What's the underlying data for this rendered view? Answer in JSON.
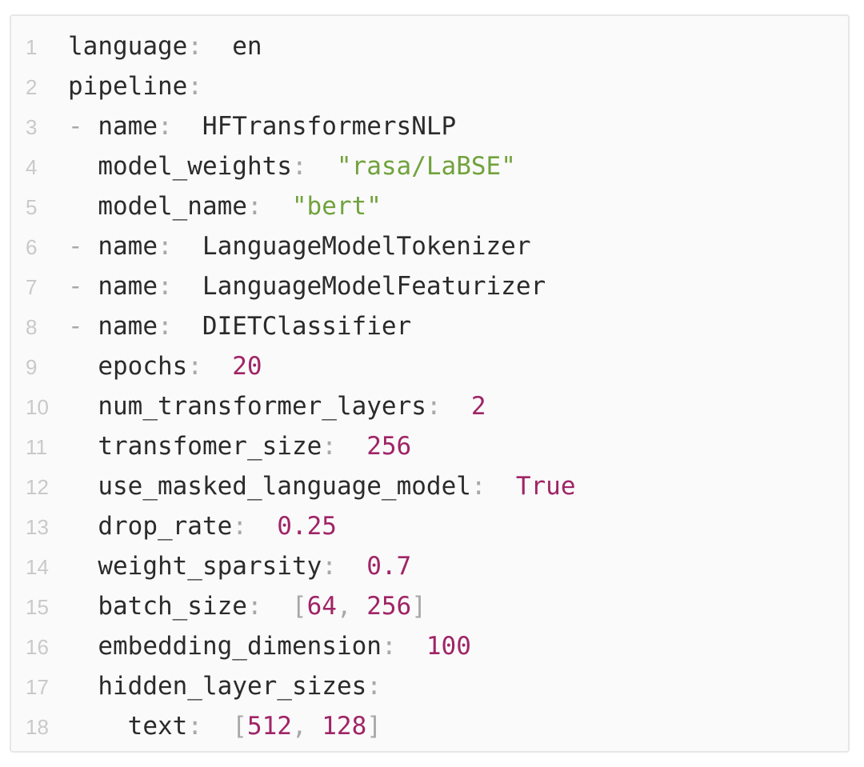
{
  "page": {
    "background": "#ffffff"
  },
  "code_block": {
    "language": "yaml",
    "background": "#fafafa",
    "border_color": "#e7e7e7",
    "colors": {
      "key": "#2b2b2b",
      "punctuation": "#a8a8a8",
      "string": "#71a23c",
      "number": "#a02466",
      "line_number": "#c9c9c9"
    },
    "lines": [
      {
        "num": "1",
        "tokens": [
          {
            "t": "language",
            "c": "key"
          },
          {
            "t": ":",
            "c": "colon"
          },
          {
            "t": " en",
            "c": "plain"
          }
        ]
      },
      {
        "num": "2",
        "tokens": [
          {
            "t": "pipeline",
            "c": "key"
          },
          {
            "t": ":",
            "c": "colon"
          }
        ]
      },
      {
        "num": "3",
        "tokens": [
          {
            "t": "- ",
            "c": "punct"
          },
          {
            "t": "name",
            "c": "key"
          },
          {
            "t": ":",
            "c": "colon"
          },
          {
            "t": " HFTransformersNLP",
            "c": "plain"
          }
        ]
      },
      {
        "num": "4",
        "tokens": [
          {
            "t": "  model_weights",
            "c": "key"
          },
          {
            "t": ":",
            "c": "colon"
          },
          {
            "t": " \"rasa/LaBSE\"",
            "c": "string"
          }
        ]
      },
      {
        "num": "5",
        "tokens": [
          {
            "t": "  model_name",
            "c": "key"
          },
          {
            "t": ":",
            "c": "colon"
          },
          {
            "t": " \"bert\"",
            "c": "string"
          }
        ]
      },
      {
        "num": "6",
        "tokens": [
          {
            "t": "- ",
            "c": "punct"
          },
          {
            "t": "name",
            "c": "key"
          },
          {
            "t": ":",
            "c": "colon"
          },
          {
            "t": " LanguageModelTokenizer",
            "c": "plain"
          }
        ]
      },
      {
        "num": "7",
        "tokens": [
          {
            "t": "- ",
            "c": "punct"
          },
          {
            "t": "name",
            "c": "key"
          },
          {
            "t": ":",
            "c": "colon"
          },
          {
            "t": " LanguageModelFeaturizer",
            "c": "plain"
          }
        ]
      },
      {
        "num": "8",
        "tokens": [
          {
            "t": "- ",
            "c": "punct"
          },
          {
            "t": "name",
            "c": "key"
          },
          {
            "t": ":",
            "c": "colon"
          },
          {
            "t": " DIETClassifier",
            "c": "plain"
          }
        ]
      },
      {
        "num": "9",
        "tokens": [
          {
            "t": "  epochs",
            "c": "key"
          },
          {
            "t": ":",
            "c": "colon"
          },
          {
            "t": " 20",
            "c": "number"
          }
        ]
      },
      {
        "num": "10",
        "tokens": [
          {
            "t": "  num_transformer_layers",
            "c": "key"
          },
          {
            "t": ":",
            "c": "colon"
          },
          {
            "t": " 2",
            "c": "number"
          }
        ]
      },
      {
        "num": "11",
        "tokens": [
          {
            "t": "  transfomer_size",
            "c": "key"
          },
          {
            "t": ":",
            "c": "colon"
          },
          {
            "t": " 256",
            "c": "number"
          }
        ]
      },
      {
        "num": "12",
        "tokens": [
          {
            "t": "  use_masked_language_model",
            "c": "key"
          },
          {
            "t": ":",
            "c": "colon"
          },
          {
            "t": " True",
            "c": "number"
          }
        ]
      },
      {
        "num": "13",
        "tokens": [
          {
            "t": "  drop_rate",
            "c": "key"
          },
          {
            "t": ":",
            "c": "colon"
          },
          {
            "t": " 0.25",
            "c": "number"
          }
        ]
      },
      {
        "num": "14",
        "tokens": [
          {
            "t": "  weight_sparsity",
            "c": "key"
          },
          {
            "t": ":",
            "c": "colon"
          },
          {
            "t": " 0.7",
            "c": "number"
          }
        ]
      },
      {
        "num": "15",
        "tokens": [
          {
            "t": "  batch_size",
            "c": "key"
          },
          {
            "t": ":",
            "c": "colon"
          },
          {
            "t": " ",
            "c": "plain"
          },
          {
            "t": "[",
            "c": "punct"
          },
          {
            "t": "64",
            "c": "number"
          },
          {
            "t": ", ",
            "c": "punct"
          },
          {
            "t": "256",
            "c": "number"
          },
          {
            "t": "]",
            "c": "punct"
          }
        ]
      },
      {
        "num": "16",
        "tokens": [
          {
            "t": "  embedding_dimension",
            "c": "key"
          },
          {
            "t": ":",
            "c": "colon"
          },
          {
            "t": " 100",
            "c": "number"
          }
        ]
      },
      {
        "num": "17",
        "tokens": [
          {
            "t": "  hidden_layer_sizes",
            "c": "key"
          },
          {
            "t": ":",
            "c": "colon"
          }
        ]
      },
      {
        "num": "18",
        "tokens": [
          {
            "t": "    text",
            "c": "key"
          },
          {
            "t": ":",
            "c": "colon"
          },
          {
            "t": " ",
            "c": "plain"
          },
          {
            "t": "[",
            "c": "punct"
          },
          {
            "t": "512",
            "c": "number"
          },
          {
            "t": ", ",
            "c": "punct"
          },
          {
            "t": "128",
            "c": "number"
          },
          {
            "t": "]",
            "c": "punct"
          }
        ]
      }
    ]
  }
}
